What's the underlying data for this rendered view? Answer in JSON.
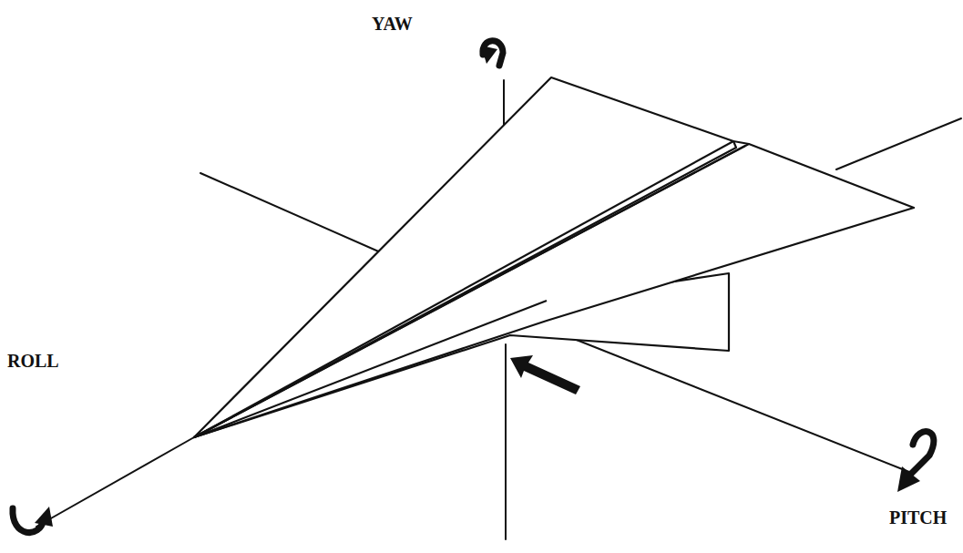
{
  "diagram": {
    "labels": [
      "YAW",
      "ROLL",
      "PITCH"
    ]
  }
}
